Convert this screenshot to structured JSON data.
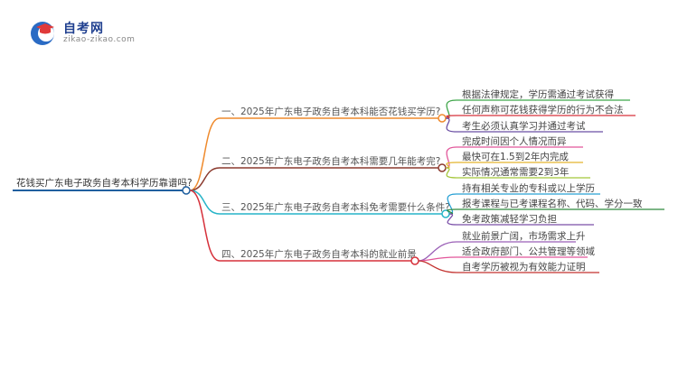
{
  "logo": {
    "name": "自考网",
    "domain": "zikao-zikao.com",
    "icon": "graduation-cap-icon"
  },
  "root": {
    "label": "花钱买广东电子政务自考本科学历靠谱吗?",
    "color": "#1f5f9f"
  },
  "branches": [
    {
      "label": "一、2025年广东电子政务自考本科能否花钱买学历?",
      "color": "#ef8a2c",
      "children": [
        "根据法律规定，学历需通过考试获得",
        "任何声称可花钱获得学历的行为不合法",
        "考生必须认真学习并通过考试"
      ]
    },
    {
      "label": "二、2025年广东电子政务自考本科需要几年能考完?",
      "color": "#8b3a2e",
      "children": [
        "完成时间因个人情况而异",
        "最快可在1.5到2年内完成",
        "实际情况通常需要2到3年"
      ]
    },
    {
      "label": "三、2025年广东电子政务自考本科免考需要什么条件?",
      "color": "#27b4c8",
      "children": [
        "持有相关专业的专科或以上学历",
        "报考课程与已考课程名称、代码、学分一致",
        "免考政策减轻学习负担"
      ]
    },
    {
      "label": "四、2025年广东电子政务自考本科的就业前景",
      "color": "#d6303a",
      "children": [
        "就业前景广阔，市场需求上升",
        "适合政府部门、公共管理等领域",
        "自考学历被视为有效能力证明"
      ]
    }
  ],
  "child_colors": [
    [
      "#3fa64a",
      "#d6303a",
      "#6b4fa3"
    ],
    [
      "#e2569a",
      "#e3b52e",
      "#a4c639"
    ],
    [
      "#27a0d4",
      "#2f8a3d",
      "#7a4fa8"
    ],
    [
      "#9a5fb6",
      "#e2569a",
      "#c3322f"
    ]
  ]
}
